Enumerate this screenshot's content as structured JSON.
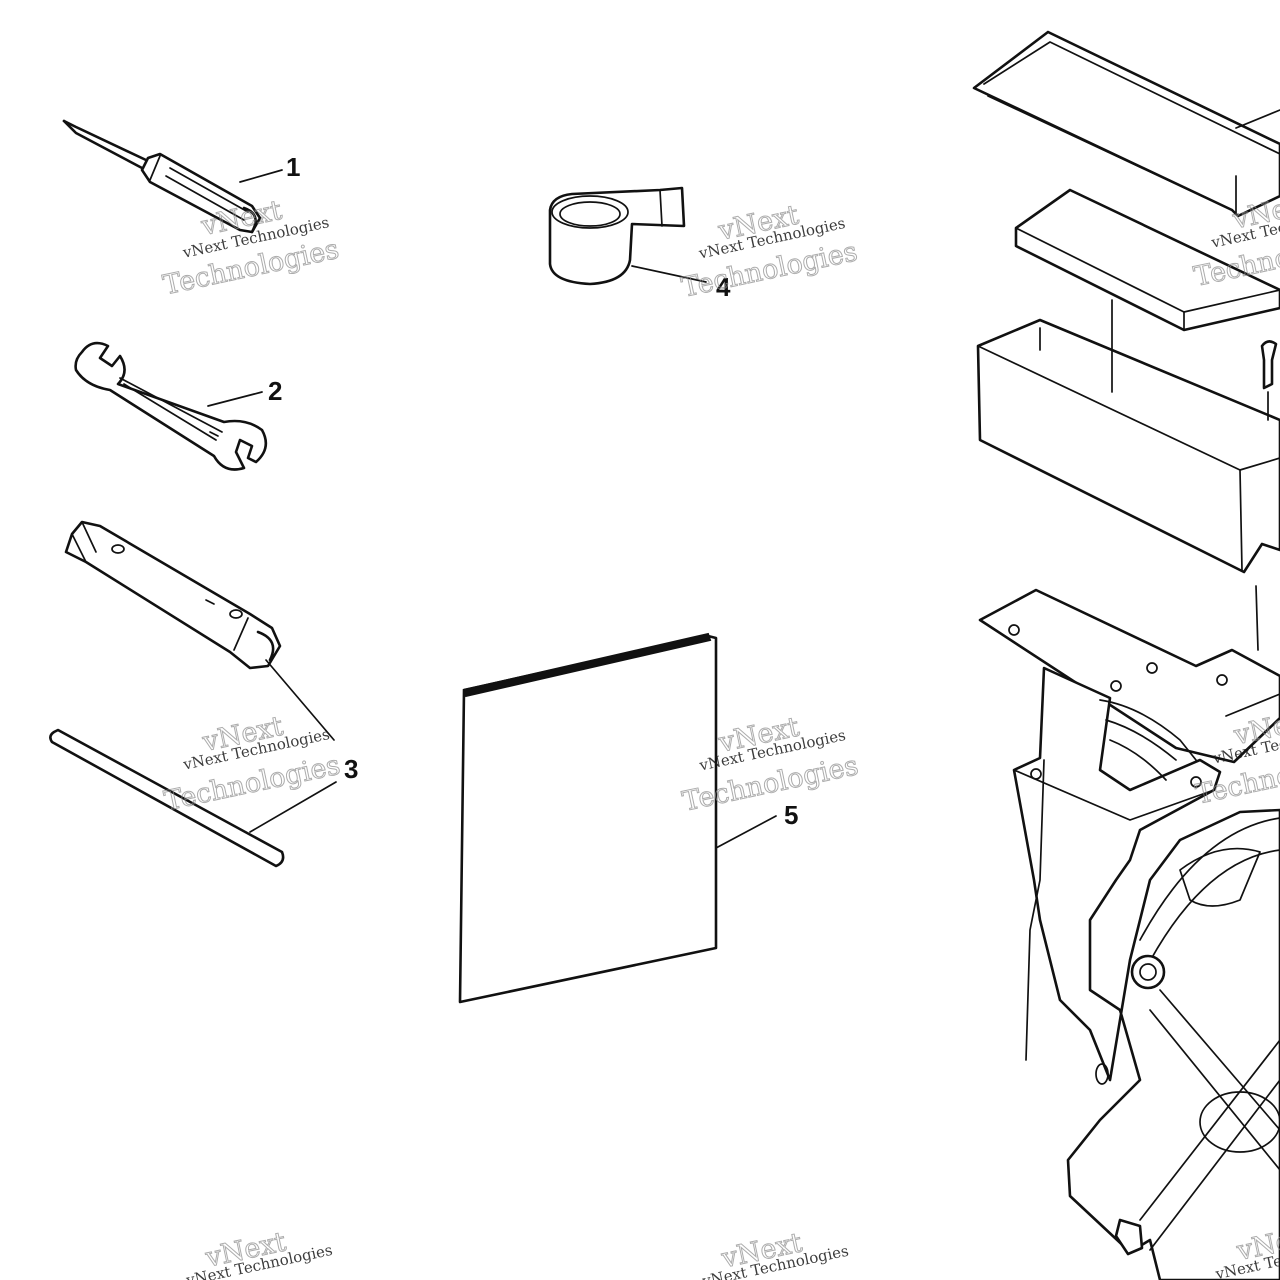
{
  "callouts": [
    {
      "id": "1",
      "label": "1",
      "part": "screwdriver"
    },
    {
      "id": "2",
      "label": "2",
      "part": "open-end-wrench"
    },
    {
      "id": "3",
      "label": "3",
      "part": "spark-plug-socket-and-bar"
    },
    {
      "id": "4",
      "label": "4",
      "part": "tape-roll"
    },
    {
      "id": "5",
      "label": "5",
      "part": "manual"
    }
  ],
  "watermark": {
    "line1": "vNext Technologies",
    "line2": "Technologies",
    "line3": "vNext"
  },
  "colors": {
    "line": "#111111",
    "background": "#ffffff",
    "watermark": "#8a8a8a"
  }
}
